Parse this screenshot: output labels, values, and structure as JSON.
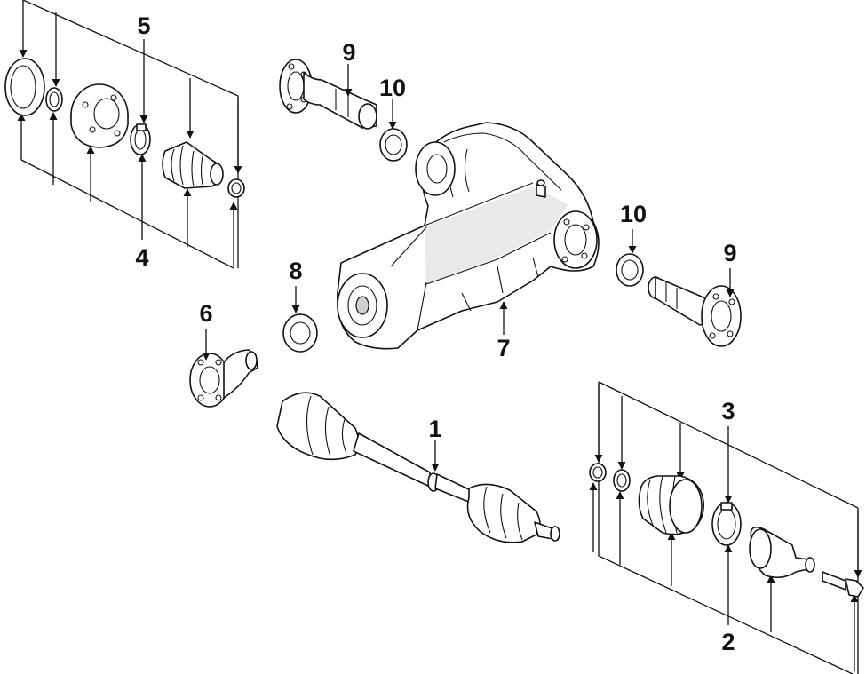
{
  "diagram": {
    "callouts": {
      "c1": "1",
      "c2": "2",
      "c3": "3",
      "c4": "4",
      "c5": "5",
      "c6": "6",
      "c7": "7",
      "c8": "8",
      "c9a": "9",
      "c9b": "9",
      "c10a": "10",
      "c10b": "10"
    }
  }
}
